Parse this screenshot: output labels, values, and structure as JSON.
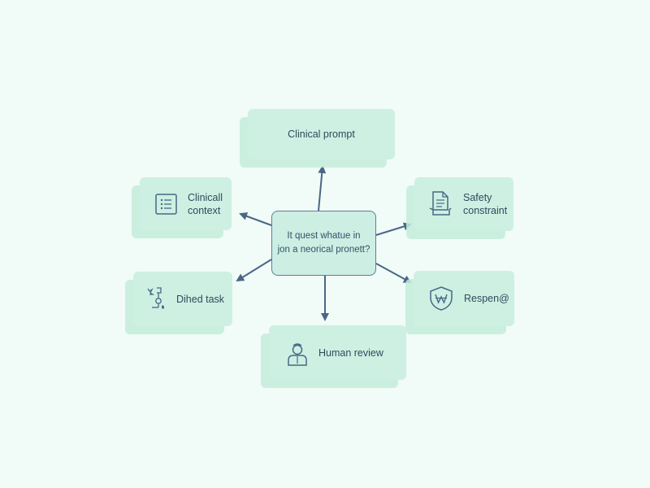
{
  "center": {
    "line1": "It quest whatue in",
    "line2": "jon a neorical pronett?"
  },
  "nodes": {
    "prompt": {
      "label": "Clinical prompt"
    },
    "context": {
      "label1": "Clinicall",
      "label2": "context",
      "icon": "list-icon"
    },
    "safety": {
      "label1": "Safety",
      "label2": "constraint",
      "icon": "document-icon"
    },
    "task": {
      "label": "Dihed task",
      "icon": "tools-icon"
    },
    "response": {
      "label": "Respen@",
      "icon": "shield-icon"
    },
    "review": {
      "label": "Human review",
      "icon": "person-icon"
    }
  },
  "colors": {
    "node_fill": "#cdf0e2",
    "arrow": "#4a6785",
    "text": "#2f4a5c",
    "background": "#f1fbf8"
  }
}
